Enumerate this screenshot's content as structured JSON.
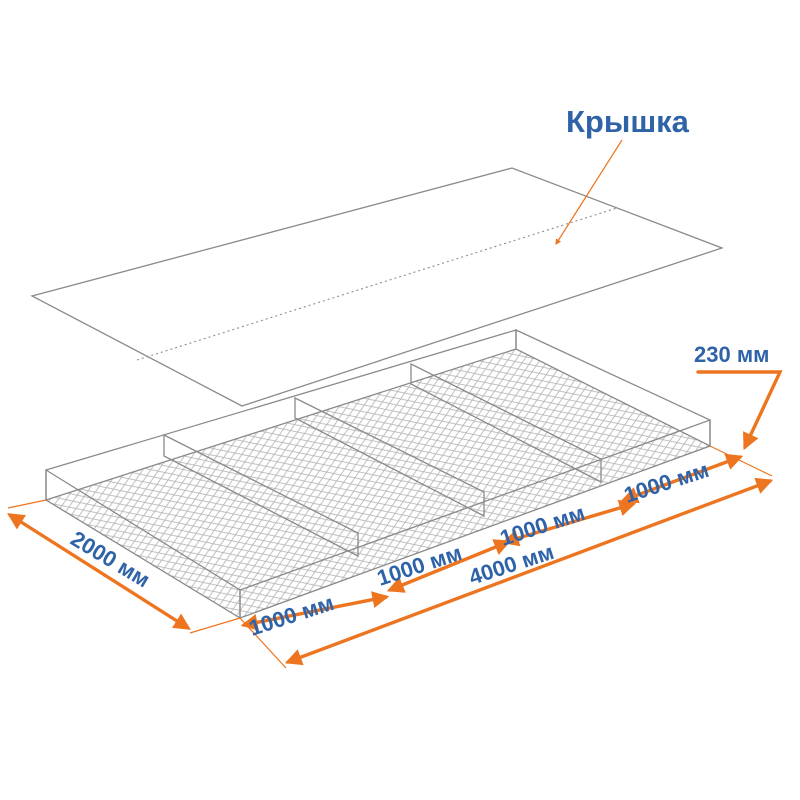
{
  "diagram": {
    "lid_label": "Крышка",
    "height_label": "230 мм",
    "width_label": "2000 мм",
    "length_label": "4000 мм",
    "section_labels": [
      "1000 мм",
      "1000 мм",
      "1000 мм",
      "1000 мм"
    ]
  },
  "colors": {
    "dimension_arrow": "#ee7520",
    "label_text": "#2f63a8",
    "mesh": "#b4b4b4",
    "frame": "#8a8a8a"
  },
  "icons": [
    "wire-mesh-lid",
    "gabion-mattress-box",
    "dimension-arrow"
  ]
}
